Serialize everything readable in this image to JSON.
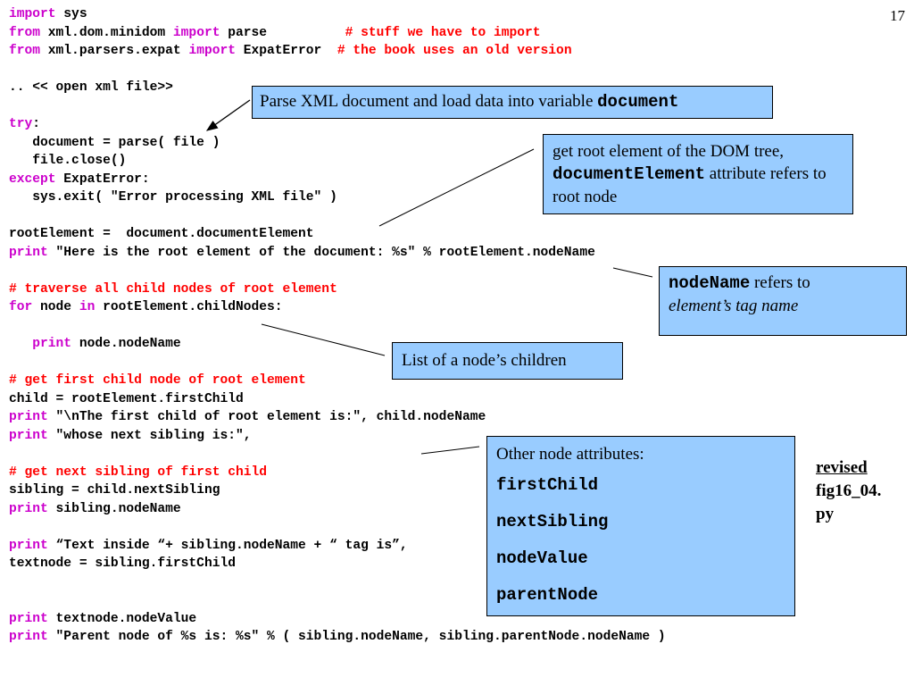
{
  "page_number": "17",
  "code_lines": [
    [
      {
        "t": "import",
        "c": "kw"
      },
      {
        "t": " sys"
      }
    ],
    [
      {
        "t": "from",
        "c": "kw"
      },
      {
        "t": " xml.dom.minidom "
      },
      {
        "t": "import",
        "c": "kw"
      },
      {
        "t": " parse          "
      },
      {
        "t": "# stuff we have to import",
        "c": "cm"
      }
    ],
    [
      {
        "t": "from",
        "c": "kw"
      },
      {
        "t": " xml.parsers.expat "
      },
      {
        "t": "import",
        "c": "kw"
      },
      {
        "t": " ExpatError  "
      },
      {
        "t": "# the book uses an old version",
        "c": "cm"
      }
    ],
    [
      {
        "t": ""
      }
    ],
    [
      {
        "t": ".. << open xml file>>"
      }
    ],
    [
      {
        "t": ""
      }
    ],
    [
      {
        "t": "try",
        "c": "kw"
      },
      {
        "t": ":"
      }
    ],
    [
      {
        "t": "   document = parse( file )"
      }
    ],
    [
      {
        "t": "   file.close()"
      }
    ],
    [
      {
        "t": "except",
        "c": "kw"
      },
      {
        "t": " ExpatError:"
      }
    ],
    [
      {
        "t": "   sys.exit( \"Error processing XML file\" )"
      }
    ],
    [
      {
        "t": ""
      }
    ],
    [
      {
        "t": "rootElement =  document.documentElement"
      }
    ],
    [
      {
        "t": "print",
        "c": "kw"
      },
      {
        "t": " \"Here is the root element of the document: %s\" % rootElement.nodeName"
      }
    ],
    [
      {
        "t": ""
      }
    ],
    [
      {
        "t": "# traverse all child nodes of root element",
        "c": "cm"
      }
    ],
    [
      {
        "t": "for",
        "c": "kw"
      },
      {
        "t": " node "
      },
      {
        "t": "in",
        "c": "kw"
      },
      {
        "t": " rootElement.childNodes:"
      }
    ],
    [
      {
        "t": ""
      }
    ],
    [
      {
        "t": "   "
      },
      {
        "t": "print",
        "c": "kw"
      },
      {
        "t": " node.nodeName"
      }
    ],
    [
      {
        "t": ""
      }
    ],
    [
      {
        "t": "# get first child node of root element",
        "c": "cm"
      }
    ],
    [
      {
        "t": "child = rootElement.firstChild"
      }
    ],
    [
      {
        "t": "print",
        "c": "kw"
      },
      {
        "t": " \"\\nThe first child of root element is:\", child.nodeName"
      }
    ],
    [
      {
        "t": "print",
        "c": "kw"
      },
      {
        "t": " \"whose next sibling is:\","
      }
    ],
    [
      {
        "t": ""
      }
    ],
    [
      {
        "t": "# get next sibling of first child",
        "c": "cm"
      }
    ],
    [
      {
        "t": "sibling = child.nextSibling"
      }
    ],
    [
      {
        "t": "print",
        "c": "kw"
      },
      {
        "t": " sibling.nodeName"
      }
    ],
    [
      {
        "t": ""
      }
    ],
    [
      {
        "t": "print",
        "c": "kw"
      },
      {
        "t": " “Text inside “+ sibling.nodeName + “ tag is”,"
      }
    ],
    [
      {
        "t": "textnode = sibling.firstChild"
      }
    ],
    [
      {
        "t": ""
      }
    ],
    [
      {
        "t": ""
      }
    ],
    [
      {
        "t": "print",
        "c": "kw"
      },
      {
        "t": " textnode.nodeValue"
      }
    ],
    [
      {
        "t": "print",
        "c": "kw"
      },
      {
        "t": " \"Parent node of %s is: %s\" % ( sibling.nodeName, sibling.parentNode.nodeName )"
      }
    ]
  ],
  "callouts": {
    "parse": {
      "text": "Parse XML document and load data into variable ",
      "code": "document"
    },
    "root": {
      "line1": "get root element of the DOM tree, ",
      "code": "documentElement",
      "rest": " attribute refers to root node"
    },
    "nodename": {
      "code": "nodeName",
      "rest": " refers to ",
      "italic": "element’s tag name"
    },
    "children": {
      "text": "List of a node’s children"
    },
    "attrs": {
      "title": "Other node attributes:",
      "items": [
        "firstChild",
        "nextSibling",
        "nodeValue",
        "parentNode"
      ]
    }
  },
  "file_label": {
    "line1": "revised",
    "line2": "fig16_04.",
    "line3": "py"
  },
  "colors": {
    "keyword": "#cc00cc",
    "comment": "#ff0000",
    "callout_bg": "#99ccff"
  }
}
